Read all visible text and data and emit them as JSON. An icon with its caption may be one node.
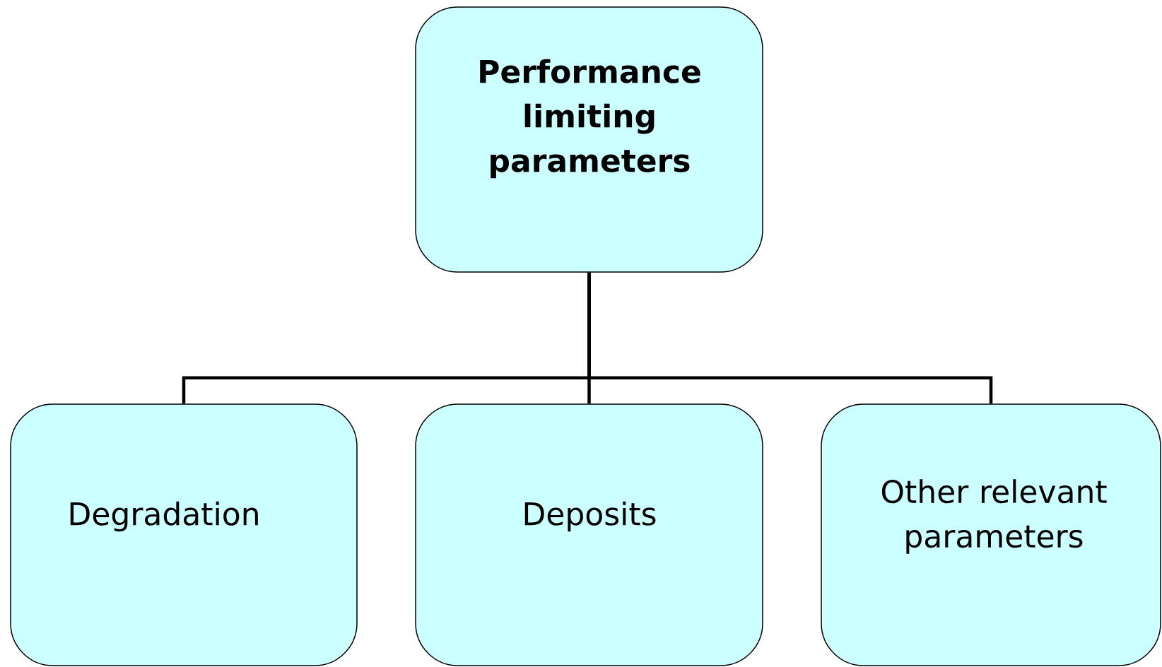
{
  "diagram": {
    "nodes": [
      {
        "text": [
          "Performance limiting parameters"
        ]
      },
      {
        "text": [
          "Degradation"
        ]
      },
      {
        "text": [
          "Deposits"
        ]
      },
      {
        "text": [
          "Other relevant parameters"
        ]
      }
    ],
    "edges": [
      {
        "from": 0,
        "to": 1,
        "arrow": "none"
      },
      {
        "from": 0,
        "to": 2,
        "arrow": "none"
      },
      {
        "from": 0,
        "to": 3,
        "arrow": "none"
      }
    ]
  }
}
